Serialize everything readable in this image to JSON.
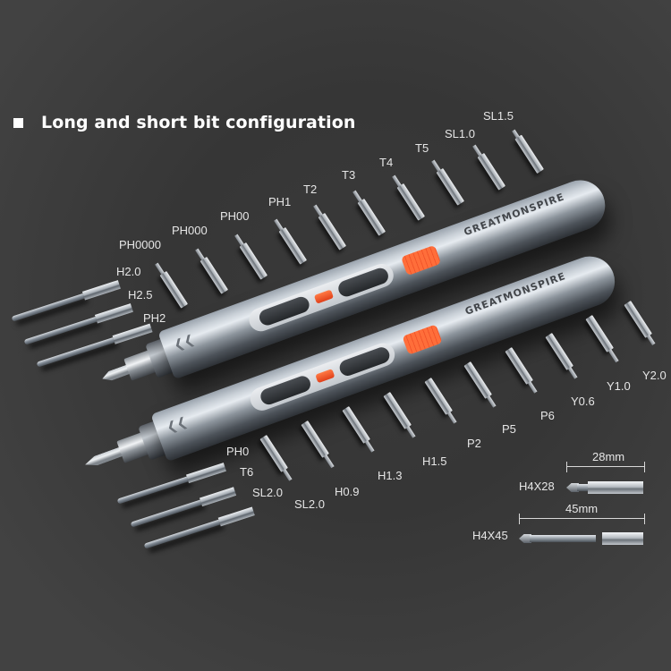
{
  "heading": {
    "bullet": "square-bullet",
    "title": "Long and short bit configuration"
  },
  "product": {
    "brand_engraving": "GREATMONSPIRE",
    "drivers": 2,
    "accent_color": "#f05a28",
    "body_color": "#9aa3ad",
    "background_color": "#424242"
  },
  "short_bits_top": [
    {
      "label": "PH0000"
    },
    {
      "label": "PH000"
    },
    {
      "label": "PH00"
    },
    {
      "label": "PH1"
    },
    {
      "label": "T2"
    },
    {
      "label": "T3"
    },
    {
      "label": "T4"
    },
    {
      "label": "T5"
    },
    {
      "label": "SL1.0"
    },
    {
      "label": "SL1.5"
    }
  ],
  "long_bits_left": [
    {
      "label": "H2.0"
    },
    {
      "label": "H2.5"
    },
    {
      "label": "PH2"
    }
  ],
  "long_bits_bottom": [
    {
      "label": "PH0"
    },
    {
      "label": "T6"
    },
    {
      "label": "SL2.0"
    }
  ],
  "short_bits_bottom": [
    {
      "label": "SL2.0"
    },
    {
      "label": "H0.9"
    },
    {
      "label": "H1.3"
    },
    {
      "label": "H1.5"
    },
    {
      "label": "P2"
    },
    {
      "label": "P5"
    },
    {
      "label": "P6"
    },
    {
      "label": "Y0.6"
    },
    {
      "label": "Y1.0"
    },
    {
      "label": "Y2.0"
    }
  ],
  "size_comparison": {
    "short": {
      "label": "H4X28",
      "dimension": "28mm"
    },
    "long": {
      "label": "H4X45",
      "dimension": "45mm"
    }
  }
}
